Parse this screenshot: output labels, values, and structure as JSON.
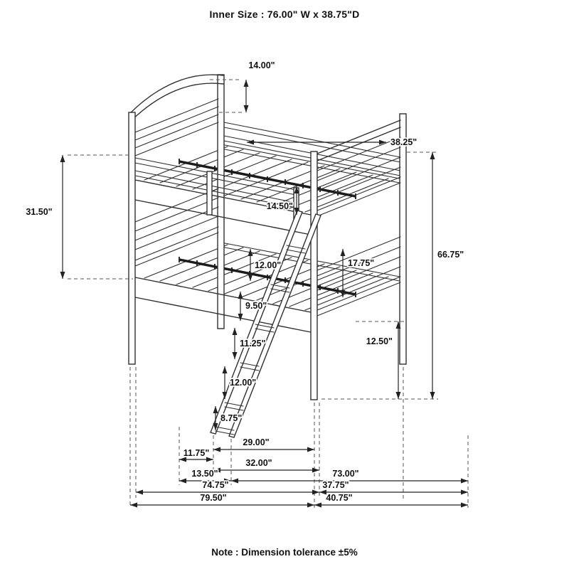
{
  "header": {
    "title": "Inner Size : 76.00\" W x  38.75\"D"
  },
  "footer": {
    "note": "Note : Dimension tolerance ±5%"
  },
  "colors": {
    "background": "#ffffff",
    "line": "#2f2f2f",
    "dimension": "#222222",
    "label": "#111111"
  },
  "dim_labels": {
    "headboard_top_height": "14.00\"",
    "top_bunk_depth": "38.25\"",
    "top_bunk_side_height": "31.50\"",
    "guard_rail_height": "14.50\"",
    "rung_gap_1": "12.00\"",
    "footboard_panel_height": "17.75\"",
    "overall_height": "66.75\"",
    "rung_gap_2": "9.50\"",
    "rung_gap_3": "11.25\"",
    "rung_gap_4": "12.00\"",
    "rung_gap_5": "8.75\"",
    "leg_height": "12.50\"",
    "ladder_run_inner": "29.00\"",
    "ladder_offset_inner": "11.75\"",
    "ladder_run_outer": "32.00\"",
    "ladder_offset_outer": "13.50\"",
    "floor_span": "73.00\"",
    "length_inner": "74.75\"",
    "depth_inner": "37.75\"",
    "length_overall": "79.50\"",
    "depth_overall": "40.75\""
  }
}
